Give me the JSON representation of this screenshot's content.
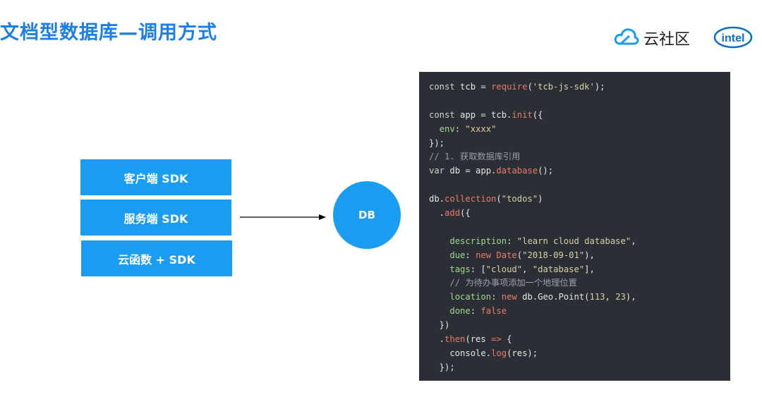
{
  "title": "文档型数据库—调用方式",
  "brand": {
    "cloud_name": "云社区",
    "intel_label": "intel"
  },
  "diagram": {
    "sdk_boxes": [
      "客户端 SDK",
      "服务端 SDK",
      "云函数 + SDK"
    ],
    "db_label": "DB"
  },
  "colors": {
    "accent": "#1a9cf2",
    "title": "#1b7fe6",
    "code_bg": "#2b2f35"
  },
  "code_lines": [
    [
      [
        "kw",
        "const"
      ],
      [
        "t",
        " tcb = "
      ],
      [
        "fn",
        "require"
      ],
      [
        "t",
        "("
      ],
      [
        "str",
        "'tcb-js-sdk'"
      ],
      [
        "t",
        ");"
      ]
    ],
    [],
    [
      [
        "kw",
        "const"
      ],
      [
        "t",
        " app = tcb."
      ],
      [
        "fn",
        "init"
      ],
      [
        "t",
        "({"
      ]
    ],
    [
      [
        "t",
        "  "
      ],
      [
        "prop",
        "env"
      ],
      [
        "t",
        ": "
      ],
      [
        "str",
        "\"xxxx\""
      ]
    ],
    [
      [
        "t",
        "});"
      ]
    ],
    [
      [
        "cmt",
        "// 1. 获取数据库引用"
      ]
    ],
    [
      [
        "kw",
        "var"
      ],
      [
        "t",
        " db = app."
      ],
      [
        "fn",
        "database"
      ],
      [
        "t",
        "();"
      ]
    ],
    [],
    [
      [
        "t",
        "db."
      ],
      [
        "fn",
        "collection"
      ],
      [
        "t",
        "("
      ],
      [
        "str",
        "\"todos\""
      ],
      [
        "t",
        ")"
      ]
    ],
    [
      [
        "t",
        "  ."
      ],
      [
        "fn",
        "add"
      ],
      [
        "t",
        "({"
      ]
    ],
    [],
    [
      [
        "t",
        "    "
      ],
      [
        "prop",
        "description"
      ],
      [
        "t",
        ": "
      ],
      [
        "str",
        "\"learn cloud database\""
      ],
      [
        "t",
        ","
      ]
    ],
    [
      [
        "t",
        "    "
      ],
      [
        "prop",
        "due"
      ],
      [
        "t",
        ": "
      ],
      [
        "fn",
        "new"
      ],
      [
        "t",
        " "
      ],
      [
        "fn",
        "Date"
      ],
      [
        "t",
        "("
      ],
      [
        "str",
        "\"2018-09-01\""
      ],
      [
        "t",
        "),"
      ]
    ],
    [
      [
        "t",
        "    "
      ],
      [
        "prop",
        "tags"
      ],
      [
        "t",
        ": ["
      ],
      [
        "str",
        "\"cloud\""
      ],
      [
        "t",
        ", "
      ],
      [
        "str",
        "\"database\""
      ],
      [
        "t",
        "],"
      ]
    ],
    [
      [
        "t",
        "    "
      ],
      [
        "cmt",
        "// 为待办事项添加一个地理位置"
      ]
    ],
    [
      [
        "t",
        "    "
      ],
      [
        "prop",
        "location"
      ],
      [
        "t",
        ": "
      ],
      [
        "fn",
        "new"
      ],
      [
        "t",
        " db.Geo.Point("
      ],
      [
        "str",
        "113"
      ],
      [
        "t",
        ", "
      ],
      [
        "str",
        "23"
      ],
      [
        "t",
        "),"
      ]
    ],
    [
      [
        "t",
        "    "
      ],
      [
        "prop",
        "done"
      ],
      [
        "t",
        ": "
      ],
      [
        "fn",
        "false"
      ]
    ],
    [
      [
        "t",
        "  })"
      ]
    ],
    [
      [
        "t",
        "  ."
      ],
      [
        "fn",
        "then"
      ],
      [
        "t",
        "(res "
      ],
      [
        "fn",
        "=>"
      ],
      [
        "t",
        " {"
      ]
    ],
    [
      [
        "t",
        "    console."
      ],
      [
        "fn",
        "log"
      ],
      [
        "t",
        "(res);"
      ]
    ],
    [
      [
        "t",
        "  });"
      ]
    ]
  ]
}
